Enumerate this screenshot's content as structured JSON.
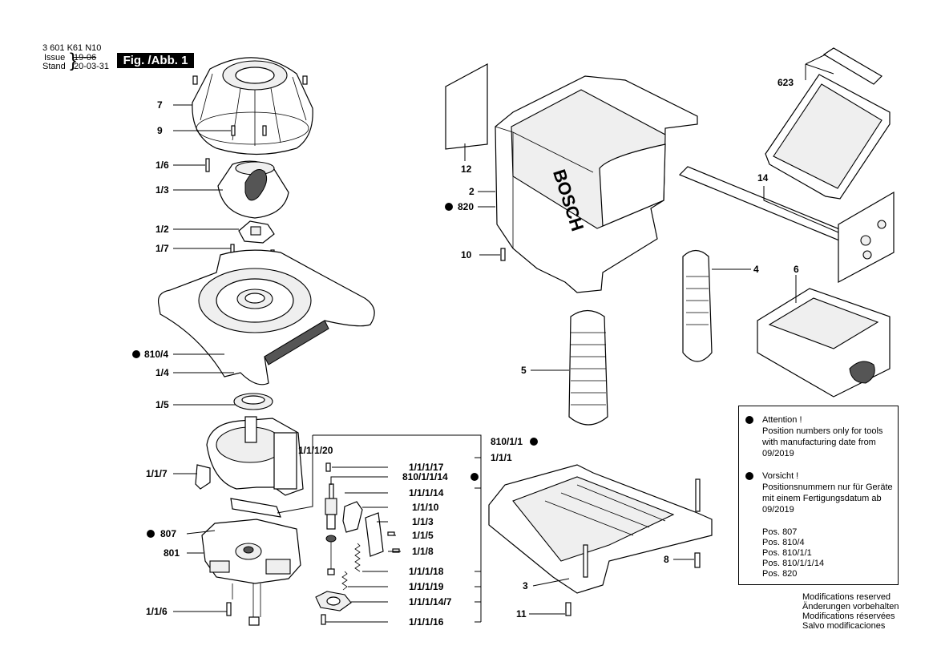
{
  "header": {
    "doc_number": "3 601 K61 N10",
    "issue_label": "Issue",
    "issue_value": "19-06",
    "stand_label": "Stand",
    "stand_value": "20-03-31",
    "figure_label": "Fig. /Abb. 1"
  },
  "callouts": {
    "p7": "7",
    "p9": "9",
    "p1_6": "1/6",
    "p1_3": "1/3",
    "p1_2": "1/2",
    "p1_7": "1/7",
    "p810_4": "810/4",
    "p1_4": "1/4",
    "p1_5": "1/5",
    "p1_1_7": "1/1/7",
    "p807": "807",
    "p801": "801",
    "p1_1_6": "1/1/6",
    "p1_1_1_20": "1/1/1/20",
    "p810_1_1": "810/1/1",
    "p1_1_1": "1/1/1",
    "p1_1_1_17": "1/1/1/17",
    "p810_1_1_14": "810/1/1/14",
    "p1_1_1_14": "1/1/1/14",
    "p1_1_10": "1/1/10",
    "p1_1_3": "1/1/3",
    "p1_1_5": "1/1/5",
    "p1_1_8": "1/1/8",
    "p1_1_1_18": "1/1/1/18",
    "p1_1_1_19": "1/1/1/19",
    "p1_1_1_14_7": "1/1/1/14/7",
    "p1_1_1_16": "1/1/1/16",
    "p12": "12",
    "p2": "2",
    "p820": "820",
    "p10": "10",
    "p5": "5",
    "p4": "4",
    "p623": "623",
    "p14": "14",
    "p6": "6",
    "p3": "3",
    "p8": "8",
    "p11": "11"
  },
  "housing_brand": "BOSCH",
  "note": {
    "en_title": "Attention !",
    "en_l1": "Position numbers only for tools",
    "en_l2": "with manufacturing date from",
    "en_l3": "09/2019",
    "de_title": "Vorsicht !",
    "de_l1": "Positionsnummern nur für Geräte",
    "de_l2": "mit einem Fertigungsdatum ab",
    "de_l3": "09/2019",
    "pos": [
      "Pos. 807",
      "Pos. 810/4",
      "Pos. 810/1/1",
      "Pos. 810/1/1/14",
      "Pos. 820"
    ]
  },
  "modifications": [
    "Modifications reserved",
    "Änderungen vorbehalten",
    "Modifications réservées",
    "Salvo modificaciones"
  ]
}
